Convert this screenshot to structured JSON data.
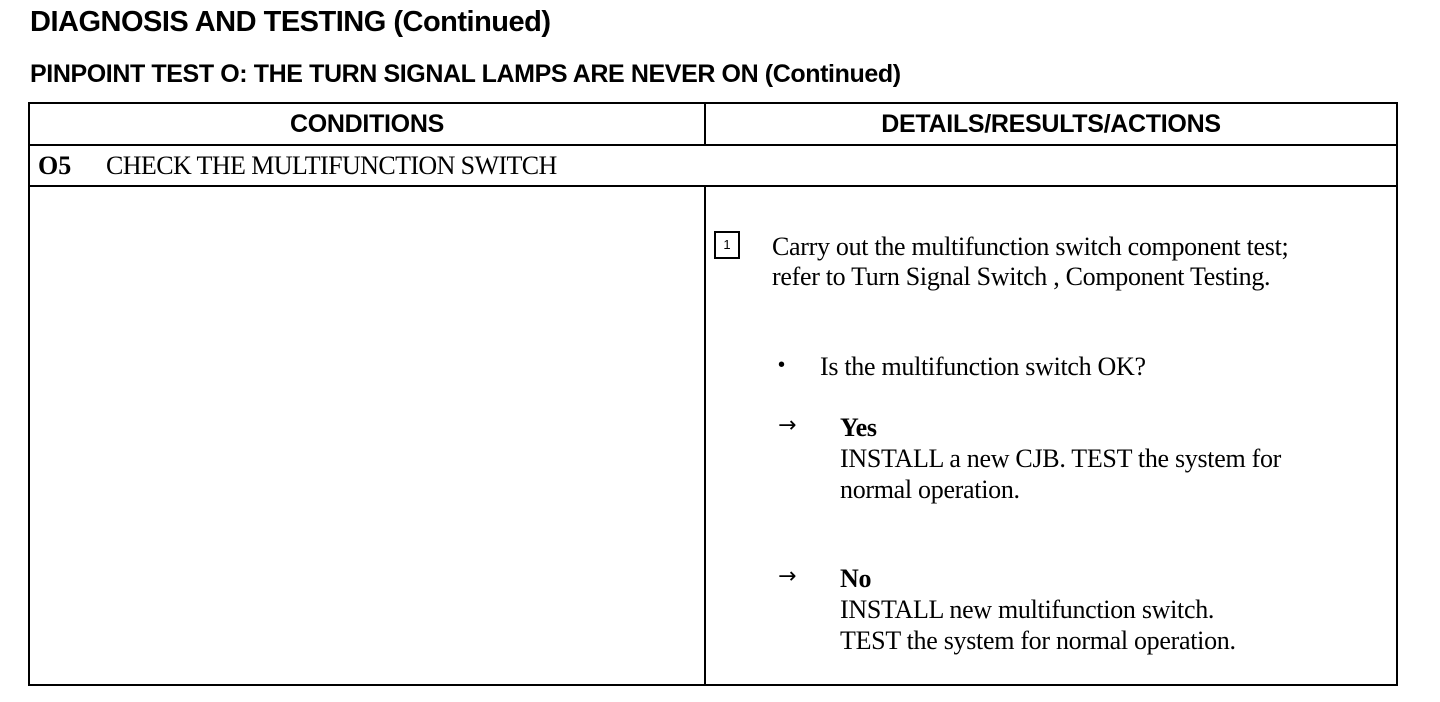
{
  "header": {
    "title": "DIAGNOSIS AND TESTING (Continued)",
    "subtitle": "PINPOINT TEST O:  THE TURN SIGNAL LAMPS ARE NEVER ON (Continued)"
  },
  "table": {
    "columns": [
      "CONDITIONS",
      "DETAILS/RESULTS/ACTIONS"
    ],
    "step": {
      "number": "O5",
      "title": "CHECK THE MULTIFUNCTION SWITCH"
    },
    "substep": {
      "marker": "1",
      "instruction_lines": [
        "Carry out the multifunction switch component test;",
        "refer to Turn Signal Switch , Component Testing."
      ]
    },
    "question": {
      "bullet": "•",
      "text": "Is the multifunction switch OK?"
    },
    "answers": {
      "arrow": "→",
      "yes": {
        "label": "Yes",
        "lines": [
          "INSTALL a new CJB. TEST the system for",
          "normal operation."
        ]
      },
      "no": {
        "label": "No",
        "lines": [
          "INSTALL new multifunction switch.",
          "TEST the system for  normal operation."
        ]
      }
    }
  }
}
